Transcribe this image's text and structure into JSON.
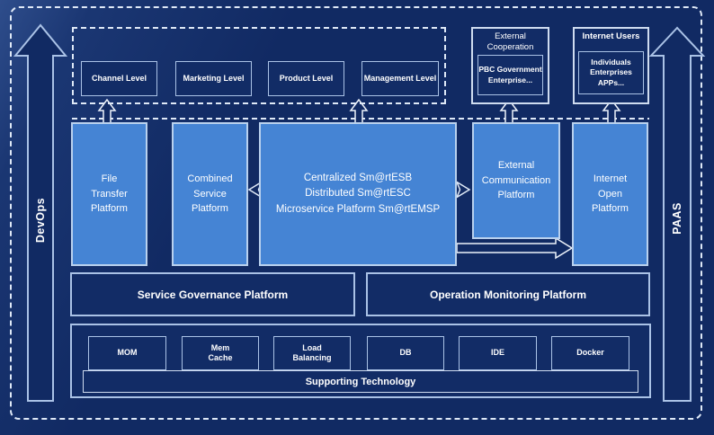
{
  "diagram": {
    "side_rails": {
      "left_label": "DevOps",
      "right_label": "PAAS"
    },
    "levels_band": {
      "items": [
        "Channel Level",
        "Marketing Level",
        "Product Level",
        "Management Level"
      ]
    },
    "external_cooperation": {
      "title": "External Cooperation",
      "lines": [
        "PBC Government",
        "Enterprise..."
      ]
    },
    "internet_users": {
      "title": "Internet Users",
      "lines": [
        "Individuals",
        "Enterprises",
        "APPs..."
      ]
    },
    "platforms": [
      {
        "lines": [
          "File",
          "Transfer",
          "Platform"
        ]
      },
      {
        "lines": [
          "Combined",
          "Service",
          "Platform"
        ]
      },
      {
        "lines": [
          "Centralized Sm@rtESB",
          "Distributed Sm@rtESC",
          "Microservice Platform Sm@rtEMSP"
        ]
      },
      {
        "lines": [
          "External",
          "Communication",
          "Platform"
        ]
      },
      {
        "lines": [
          "Internet",
          "Open",
          "Platform"
        ]
      }
    ],
    "governance_label": "Service Governance Platform",
    "monitoring_label": "Operation Monitoring Platform",
    "supporting": {
      "items": [
        {
          "lines": [
            "MOM"
          ]
        },
        {
          "lines": [
            "Mem",
            "Cache"
          ]
        },
        {
          "lines": [
            "Load",
            "Balancing"
          ]
        },
        {
          "lines": [
            "DB"
          ]
        },
        {
          "lines": [
            "IDE"
          ]
        },
        {
          "lines": [
            "Docker"
          ]
        }
      ],
      "label": "Supporting Technology"
    },
    "colors": {
      "background": "#112a63",
      "platform_fill": "#4584d4",
      "dark_fill": "#122c66",
      "border_light": "#b9d1ee",
      "dashed_line": "#dfe9f7",
      "text": "#ffffff"
    }
  }
}
